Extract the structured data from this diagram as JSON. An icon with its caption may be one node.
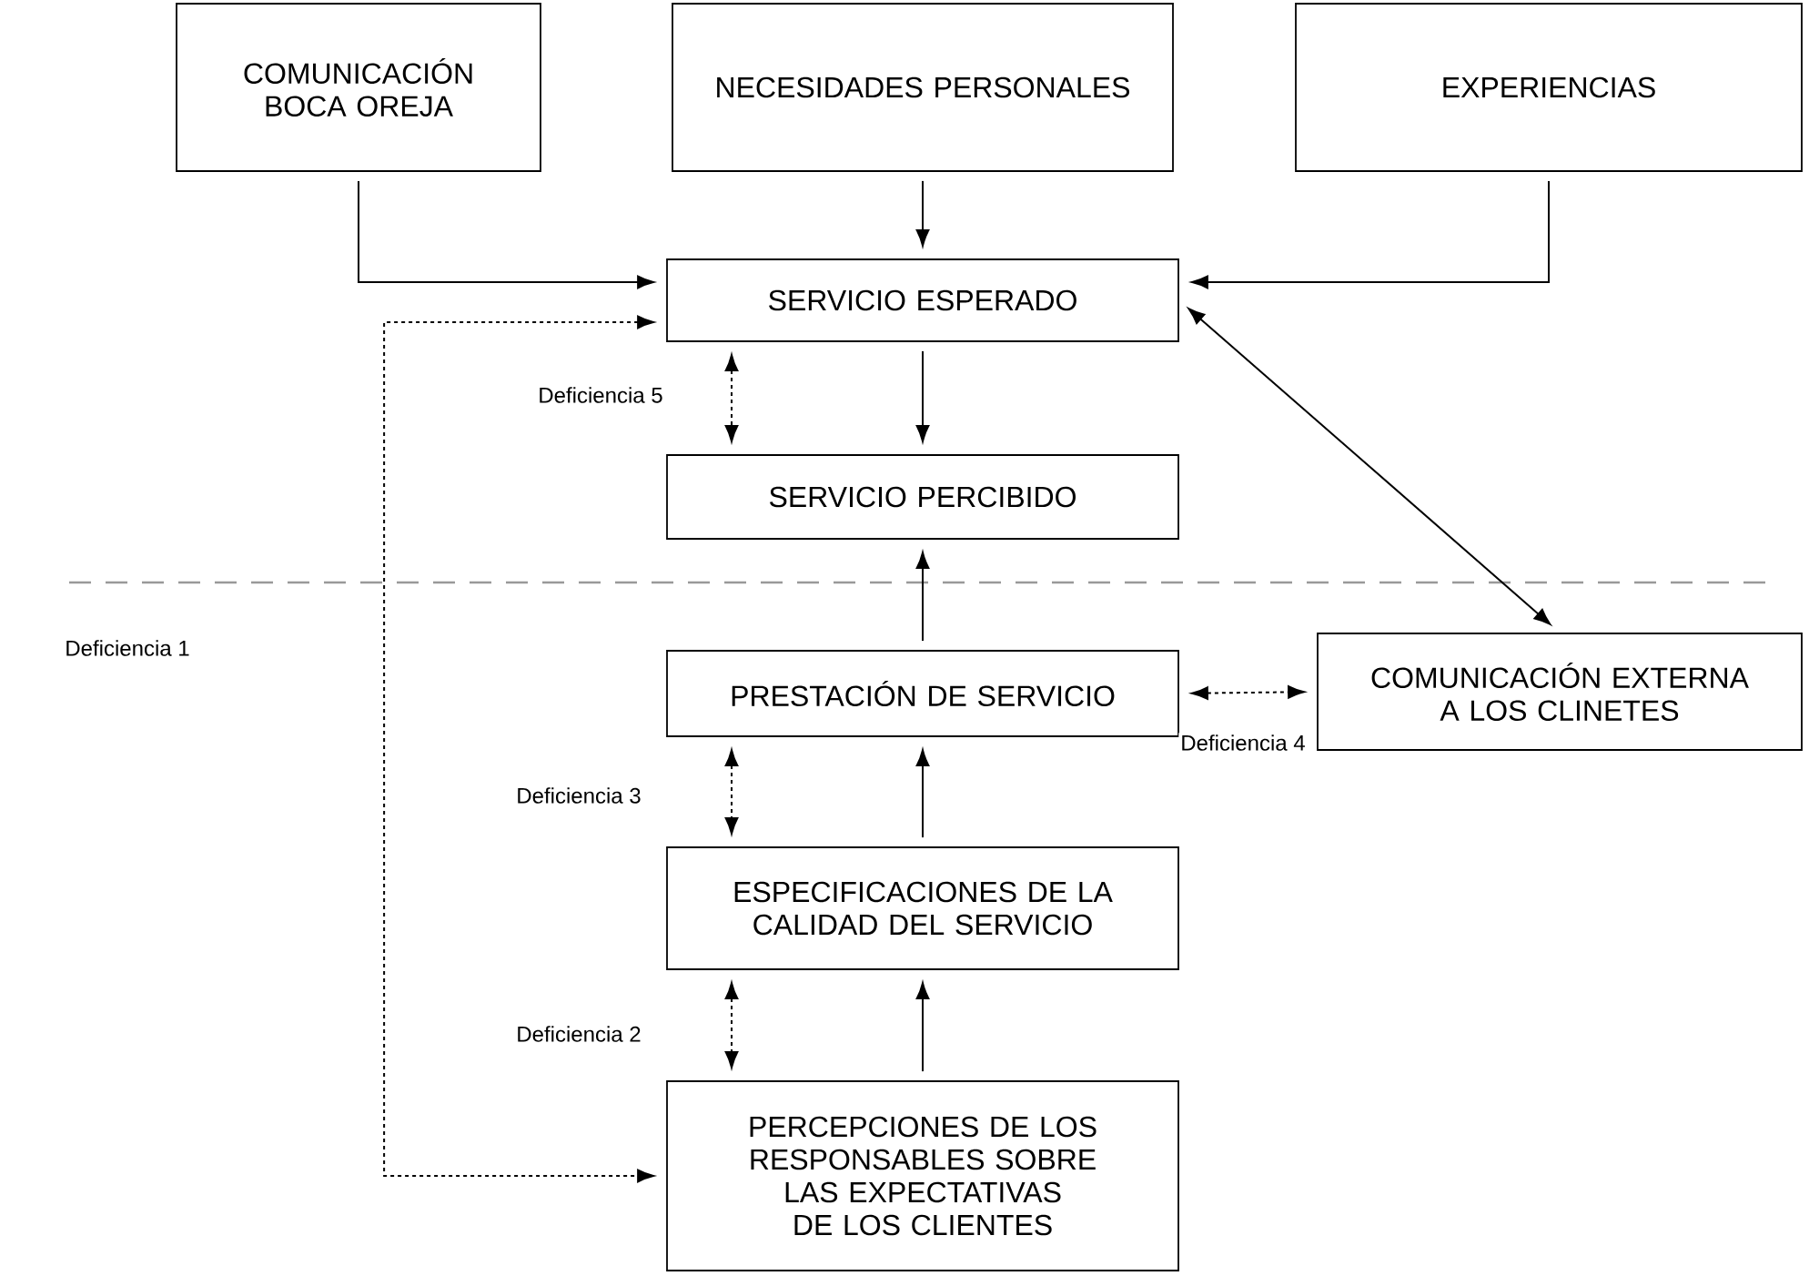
{
  "diagram": {
    "nodes": [
      {
        "text": [
          "COMUNICACIÓN BOCA OREJA"
        ]
      },
      {
        "text": [
          "NECESIDADES PERSONALES"
        ]
      },
      {
        "text": [
          "EXPERIENCIAS"
        ]
      },
      {
        "text": [
          "SERVICIO ESPERADO"
        ]
      },
      {
        "text": [
          "SERVICIO PERCIBIDO"
        ]
      },
      {
        "text": [
          "PRESTACIÓN DE SERVICIO"
        ]
      },
      {
        "text": [
          "COMUNICACIÓN EXTERNA A LOS CLINETES"
        ]
      },
      {
        "text": [
          "ESPECIFICACIONES DE LA CALIDAD DEL SERVICIO"
        ]
      },
      {
        "text": [
          "PERCEPCIONES DE LOS RESPONSABLES SOBRE LAS EXPECTATIVAS DE LOS CLIENTES"
        ]
      }
    ],
    "edges": [
      {
        "from": 0,
        "to": 3,
        "arrow": "to"
      },
      {
        "from": 1,
        "to": 3,
        "arrow": "to"
      },
      {
        "from": 2,
        "to": 3,
        "arrow": "to"
      },
      {
        "from": 3,
        "to": 4,
        "arrow": "to"
      },
      {
        "from": 3,
        "to": 4,
        "arrow": "both",
        "style": "dashed",
        "label": "Deficiencia 5"
      },
      {
        "from": 5,
        "to": 4,
        "arrow": "to"
      },
      {
        "from": 6,
        "to": 3,
        "arrow": "both"
      },
      {
        "from": 5,
        "to": 6,
        "arrow": "both",
        "style": "dashed",
        "label": "Deficiencia 4"
      },
      {
        "from": 7,
        "to": 5,
        "arrow": "to"
      },
      {
        "from": 5,
        "to": 7,
        "arrow": "both",
        "style": "dashed",
        "label": "Deficiencia 3"
      },
      {
        "from": 8,
        "to": 7,
        "arrow": "to"
      },
      {
        "from": 7,
        "to": 8,
        "arrow": "both",
        "style": "dashed",
        "label": "Deficiencia 2"
      },
      {
        "from": 3,
        "to": 8,
        "arrow": "both",
        "style": "dashed"
      }
    ],
    "labels": [
      "Deficiencia 1"
    ]
  }
}
